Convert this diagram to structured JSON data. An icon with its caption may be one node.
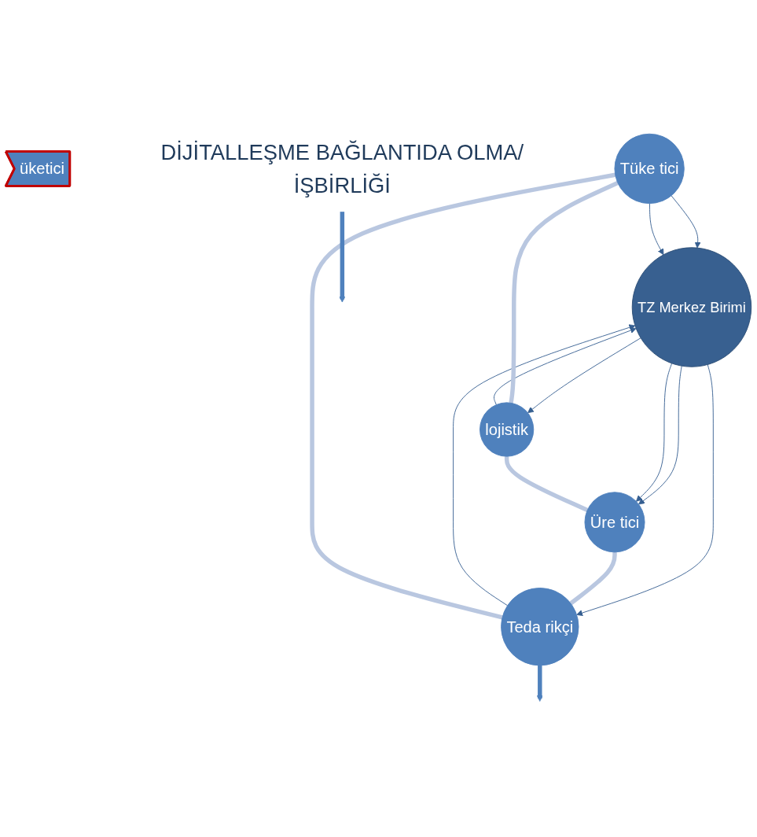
{
  "diagram": {
    "nodes": [
      {
        "text": [
          "üketici"
        ]
      },
      {
        "text": [
          "Tüke tici"
        ]
      },
      {
        "text": [
          "Teda rikçi"
        ]
      },
      {
        "text": [
          "TZ Merkez Birimi"
        ]
      },
      {
        "text": [
          "lojistik"
        ]
      },
      {
        "text": [
          "Üre tici"
        ]
      },
      {
        "text": [
          "DİJİTALLEŞME BAĞLANTIDA OLMA/İŞBİRLİĞİ"
        ]
      }
    ],
    "edges": [
      {
        "from": 1,
        "to": 3,
        "arrow": "to"
      },
      {
        "from": 1,
        "to": 3,
        "arrow": "to"
      },
      {
        "from": 2,
        "to": 3,
        "arrow": "to"
      },
      {
        "from": 3,
        "to": 2,
        "arrow": "to"
      },
      {
        "from": 3,
        "to": 4,
        "arrow": "to"
      },
      {
        "from": 4,
        "to": 3,
        "arrow": "to"
      },
      {
        "from": 3,
        "to": 5,
        "arrow": "to"
      },
      {
        "from": 3,
        "to": 5,
        "arrow": "to"
      },
      {
        "from": 1,
        "to": 4,
        "arrow": "none",
        "style": "thick",
        "color": "#b9c7e0"
      },
      {
        "from": 4,
        "to": 5,
        "arrow": "none",
        "style": "thick",
        "color": "#b9c7e0"
      },
      {
        "from": 5,
        "to": 2,
        "arrow": "none",
        "style": "thick",
        "color": "#b9c7e0"
      },
      {
        "from": 2,
        "to": 1,
        "arrow": "none",
        "style": "thick",
        "color": "#b9c7e0"
      },
      {
        "from": 2,
        "to": null,
        "arrow": "to",
        "style": "thick",
        "color": "#4f81bd"
      },
      {
        "from": 6,
        "to": null,
        "arrow": "to",
        "style": "thick",
        "color": "#4f81bd"
      }
    ]
  }
}
